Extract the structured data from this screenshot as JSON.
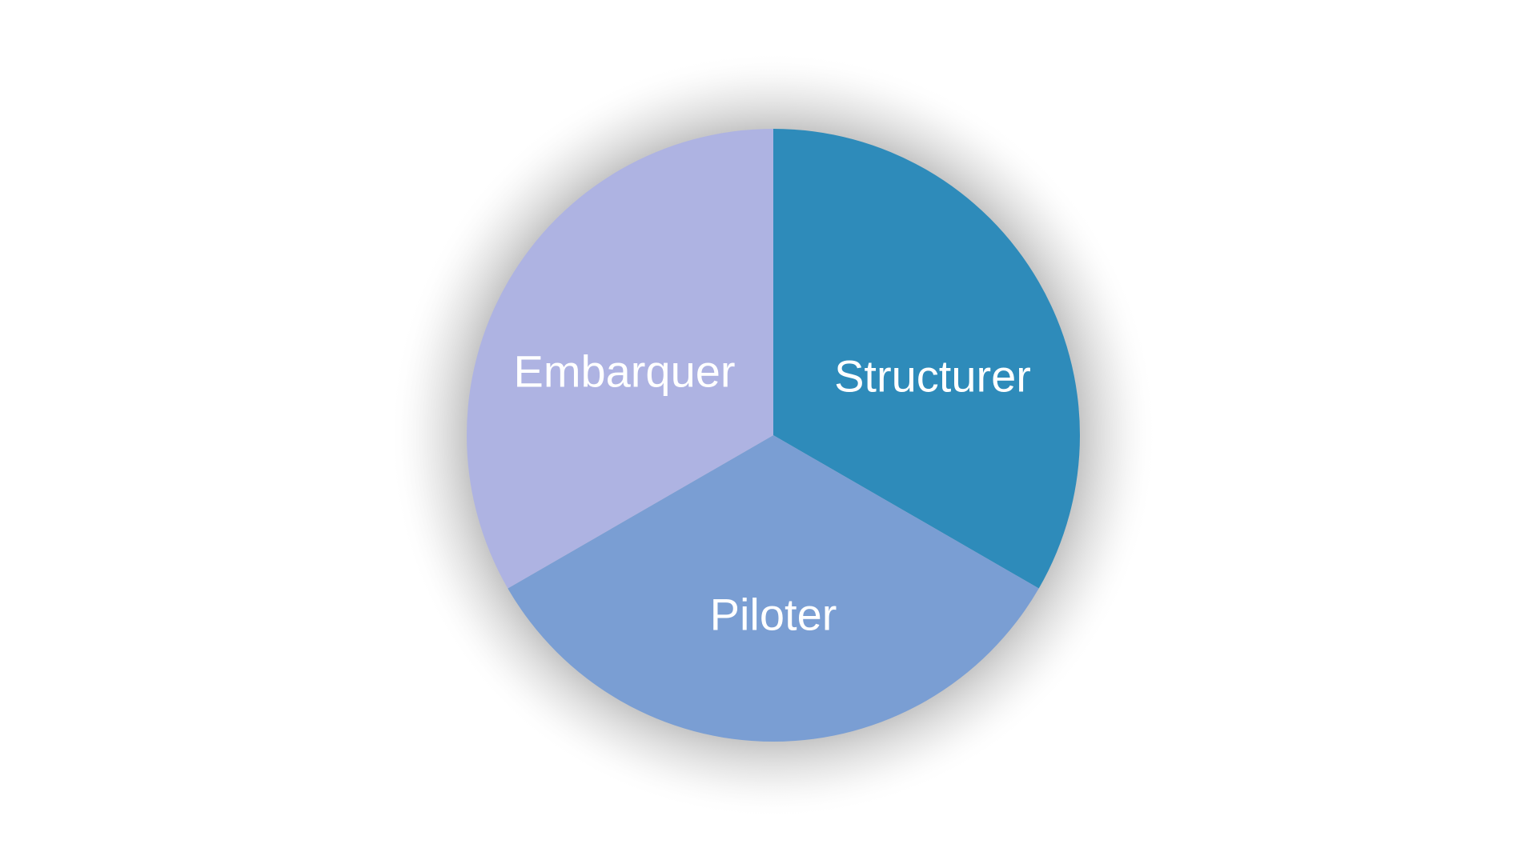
{
  "diagram": {
    "type": "segmented-circle",
    "segments": [
      {
        "label": "Structurer",
        "color": "#2E8BBA"
      },
      {
        "label": "Piloter",
        "color": "#7A9ED3"
      },
      {
        "label": "Embarquer",
        "color": "#AEB3E2"
      }
    ],
    "halo_color": "#9a9a9a"
  }
}
